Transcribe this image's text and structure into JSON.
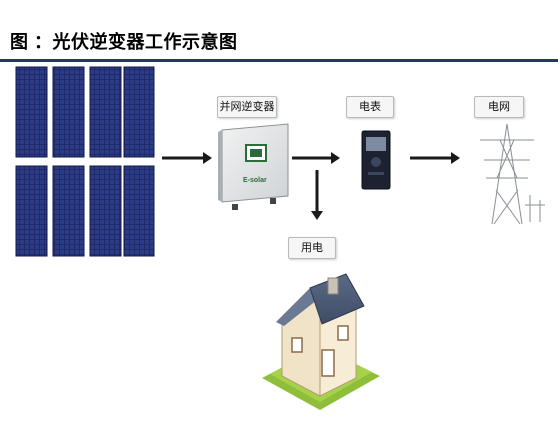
{
  "figure": {
    "title": "图 ：光伏逆变器工作示意图"
  },
  "labels": {
    "inverter": "并网逆变器",
    "meter": "电表",
    "grid": "电网",
    "load": "用电"
  },
  "inverter_brand": "E-solar",
  "colors": {
    "rule": "#1f3a68",
    "panel": "#1e2a6a",
    "arrow": "#1a1a1a"
  }
}
